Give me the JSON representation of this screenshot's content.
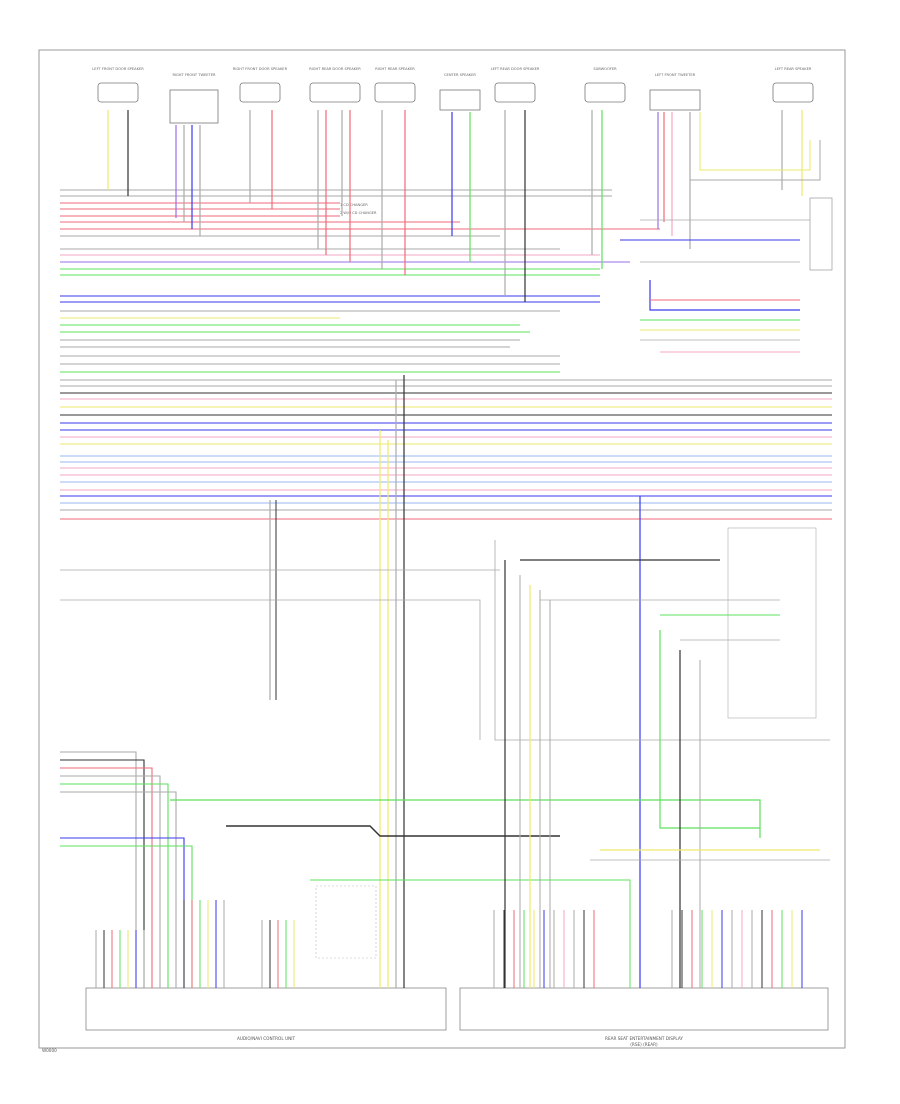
{
  "colors": {
    "frame": "#9a9a9a",
    "red": "#f06a7a",
    "pink": "#f3a7c3",
    "green": "#5ee05e",
    "blue": "#3a3aee",
    "yellow": "#eeea6a",
    "violet": "#9b6ee8",
    "gray": "#aaaaaa",
    "black": "#333333",
    "orange": "#e8b24a",
    "ltblue": "#9ab8f0"
  },
  "components": {
    "audio_unit": "AUDIO/NAVI CONTROL UNIT",
    "rear_display": "REAR SEAT ENTERTAINMENT DISPLAY",
    "rear_display_sub": "(RSE) (REAR)",
    "footer_code": "W0000"
  },
  "top_components": [
    "LEFT FRONT DOOR SPEAKER",
    "RIGHT FRONT TWEETER",
    "RIGHT FRONT DOOR SPEAKER",
    "RIGHT REAR DOOR SPEAKER",
    "RIGHT REAR SPEAKER",
    "CENTER SPEAKER",
    "LEFT REAR DOOR SPEAKER",
    "SUBWOOFER",
    "LEFT FRONT TWEETER",
    "LEFT REAR SPEAKER"
  ],
  "notes": {
    "legend_1": "1  CD CHANGER",
    "legend_2": "2  W/O CD CHANGER"
  }
}
